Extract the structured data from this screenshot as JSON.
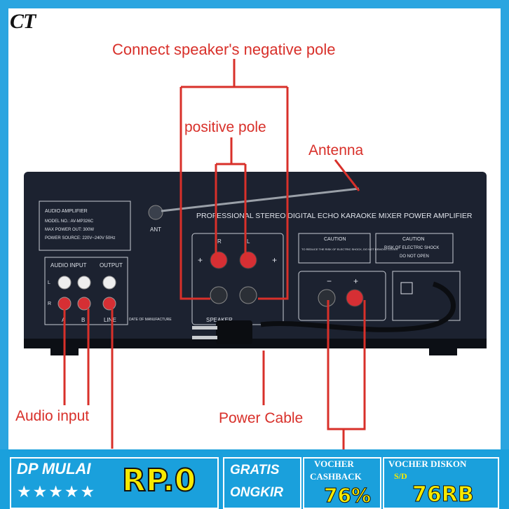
{
  "logo": "CT",
  "labels": {
    "negative_pole": "Connect speaker's negative pole",
    "positive_pole": "positive pole",
    "antenna": "Antenna",
    "audio_input": "Audio input",
    "power_cable": "Power Cable"
  },
  "panel": {
    "header": "PROFESSIONAL STEREO DIGITAL ECHO KARAOKE MIXER POWER AMPLIFIER",
    "ant": "ANT",
    "spec_title": "AUDIO AMPLIFIER",
    "model": "MODEL NO.: AV-MP326C",
    "max_power": "MAX POWER OUT: 300W",
    "power_source": "POWER SOURCE: 220V~240V 50Hz",
    "audio_input": "AUDIO INPUT",
    "output": "OUTPUT",
    "ch_a": "A",
    "ch_b": "B",
    "line": "LINE",
    "l": "L",
    "r": "R",
    "speaker": "SPEAKER",
    "date": "DATE OF MANUFACTURE",
    "caution_title": "CAUTION",
    "caution_text": "TO REDUCE THE RISK OF ELECTRIC SHOCK, DO NOT REMOVE COVER",
    "caution2_title": "CAUTION",
    "caution2_line1": "RISK OF ELECTRIC SHOCK",
    "caution2_line2": "DO NOT OPEN",
    "plus": "+",
    "minus": "−"
  },
  "banner": {
    "dp": "DP MULAI",
    "stars": "★★★★★",
    "rp": "RP.0",
    "gratis": "GRATIS",
    "ongkir": "ONGKIR",
    "vocher": "VOCHER",
    "cashback": "CASHBACK",
    "cashback_pct": "76%",
    "diskon": "VOCHER DISKON",
    "sd": "S/D",
    "diskon_val": "76RB"
  },
  "colors": {
    "accent_red": "#d8302a",
    "banner_blue": "#1aa0dc",
    "frame_blue": "#2aa5e0",
    "yellow": "#f6e900"
  }
}
